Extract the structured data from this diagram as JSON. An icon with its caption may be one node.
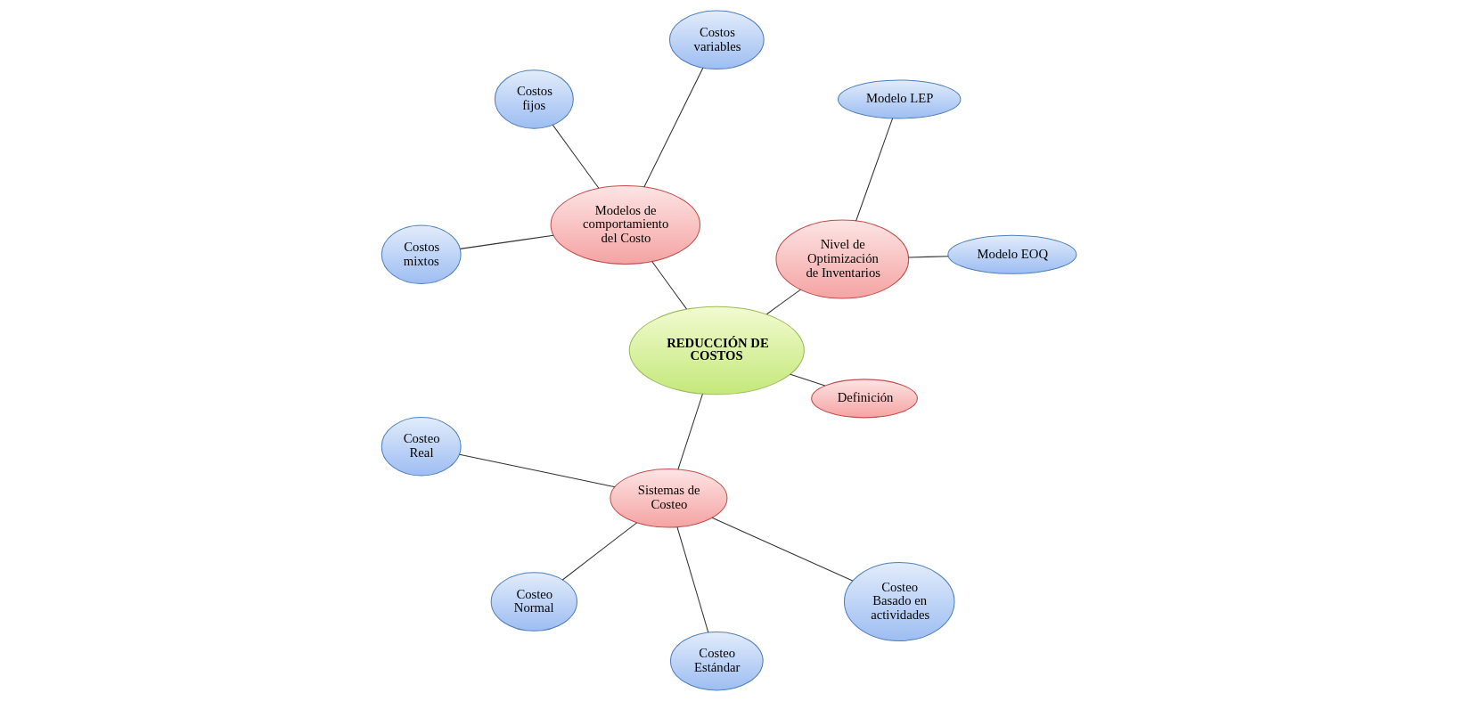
{
  "diagram": {
    "nodes": [
      {
        "text": [
          "REDUCCIÓN DE COSTOS"
        ]
      },
      {
        "text": [
          "Nivel de Optimización de Inventarios"
        ]
      },
      {
        "text": [
          "Modelo EOQ"
        ]
      },
      {
        "text": [
          "Modelo LEP"
        ]
      },
      {
        "text": [
          "Modelos de comportamiento del Costo"
        ]
      },
      {
        "text": [
          "Costos variables"
        ]
      },
      {
        "text": [
          "Costos fijos"
        ]
      },
      {
        "text": [
          "Costos mixtos"
        ]
      },
      {
        "text": [
          "Sistemas de Costeo"
        ]
      },
      {
        "text": [
          "Costeo Real"
        ]
      },
      {
        "text": [
          "Costeo Normal"
        ]
      },
      {
        "text": [
          "Costeo Estándar"
        ]
      },
      {
        "text": [
          "Costeo Basado en actividades"
        ]
      },
      {
        "text": [
          "Definición"
        ]
      }
    ],
    "edges": [
      {
        "from": 0,
        "to": 1,
        "arrow": "none"
      },
      {
        "from": 1,
        "to": 2,
        "arrow": "none"
      },
      {
        "from": 1,
        "to": 3,
        "arrow": "none"
      },
      {
        "from": 0,
        "to": 4,
        "arrow": "none"
      },
      {
        "from": 4,
        "to": 5,
        "arrow": "none"
      },
      {
        "from": 4,
        "to": 6,
        "arrow": "none"
      },
      {
        "from": 4,
        "to": 7,
        "arrow": "none"
      },
      {
        "from": 0,
        "to": 8,
        "arrow": "none"
      },
      {
        "from": 8,
        "to": 9,
        "arrow": "none"
      },
      {
        "from": 8,
        "to": 10,
        "arrow": "none"
      },
      {
        "from": 8,
        "to": 11,
        "arrow": "none"
      },
      {
        "from": 8,
        "to": 12,
        "arrow": "none"
      },
      {
        "from": 0,
        "to": 13,
        "arrow": "none"
      }
    ]
  }
}
